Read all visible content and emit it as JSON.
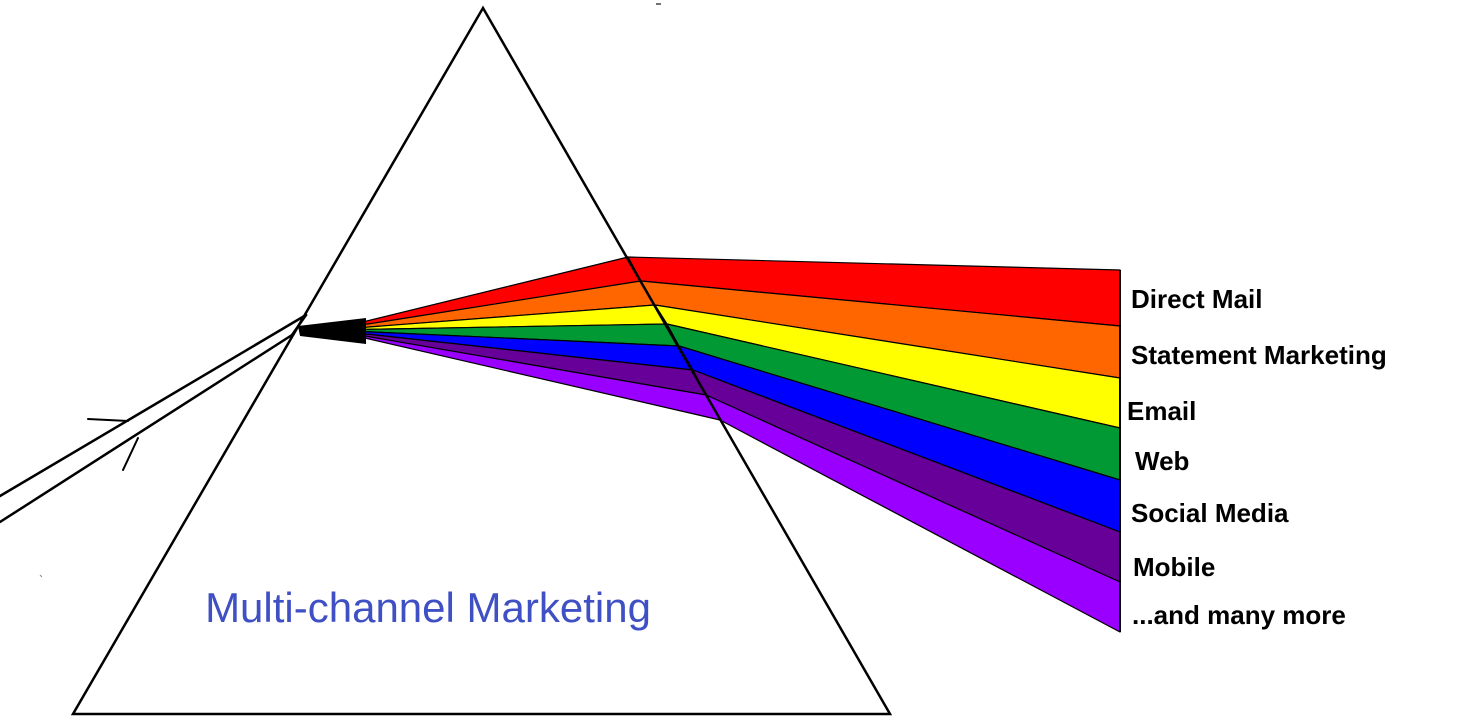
{
  "diagram": {
    "title": "Multi-channel Marketing",
    "title_color": "#3f4fc4",
    "outline_color": "#000000",
    "channels": [
      {
        "label": "Direct Mail",
        "color": "#ff0000"
      },
      {
        "label": "Statement Marketing",
        "color": "#ff6600"
      },
      {
        "label": "Email",
        "color": "#ffff00"
      },
      {
        "label": "Web",
        "color": "#009933"
      },
      {
        "label": "Social Media",
        "color": "#0000ff"
      },
      {
        "label": "Mobile",
        "color": "#660099"
      },
      {
        "label": "...and many more",
        "color": "#9900ff"
      }
    ]
  }
}
